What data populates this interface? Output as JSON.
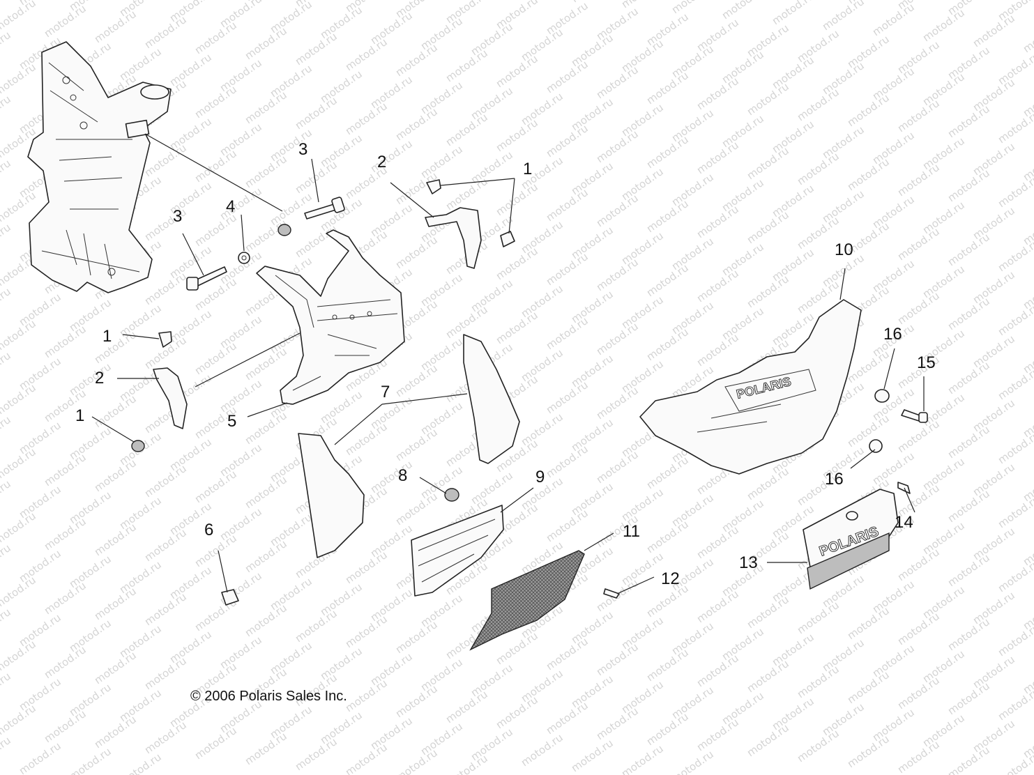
{
  "callouts": [
    {
      "id": "c3a",
      "label": "3"
    },
    {
      "id": "c2a",
      "label": "2"
    },
    {
      "id": "c1a",
      "label": "1"
    },
    {
      "id": "c3b",
      "label": "3"
    },
    {
      "id": "c4",
      "label": "4"
    },
    {
      "id": "c10",
      "label": "10"
    },
    {
      "id": "c1b",
      "label": "1"
    },
    {
      "id": "c16a",
      "label": "16"
    },
    {
      "id": "c15",
      "label": "15"
    },
    {
      "id": "c2b",
      "label": "2"
    },
    {
      "id": "c7",
      "label": "7"
    },
    {
      "id": "c1c",
      "label": "1"
    },
    {
      "id": "c5",
      "label": "5"
    },
    {
      "id": "c8",
      "label": "8"
    },
    {
      "id": "c9",
      "label": "9"
    },
    {
      "id": "c16b",
      "label": "16"
    },
    {
      "id": "c14",
      "label": "14"
    },
    {
      "id": "c6",
      "label": "6"
    },
    {
      "id": "c11",
      "label": "11"
    },
    {
      "id": "c12",
      "label": "12"
    },
    {
      "id": "c13",
      "label": "13"
    }
  ],
  "copyright": "© 2006 Polaris Sales Inc.",
  "watermark": "motod.ru",
  "logo_text": "POLARIS",
  "colors": {
    "line": "#222222",
    "background": "#ffffff",
    "watermark": "#d4d4d4"
  }
}
